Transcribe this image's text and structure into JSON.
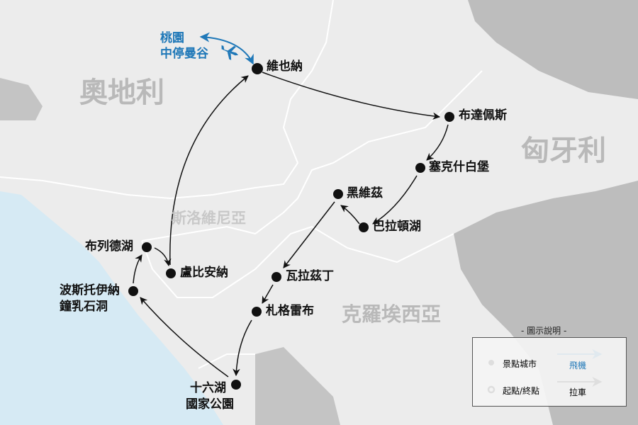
{
  "countries": {
    "austria": "奧地利",
    "hungary": "匈牙利",
    "slovenia": "斯洛維尼亞",
    "croatia": "克羅埃西亞"
  },
  "flight": {
    "line1": "桃園",
    "line2": "中停曼谷",
    "icon": "airplane-icon"
  },
  "cities": {
    "vienna": "維也納",
    "budapest": "布達佩斯",
    "szekesfehervar": "塞克什白堡",
    "heviz": "黑維茲",
    "balaton": "巴拉頓湖",
    "varazdin": "瓦拉茲丁",
    "zagreb": "札格雷布",
    "plitvice_1": "十六湖",
    "plitvice_2": "國家公園",
    "postojna_1": "波斯托伊納",
    "postojna_2": "鐘乳石洞",
    "bled": "布列德湖",
    "ljubljana": "盧比安納"
  },
  "legend": {
    "title": "- 圖示說明 -",
    "city": "景點城市",
    "start_end": "起點/終點",
    "flight": "飛機",
    "bus": "拉車"
  },
  "colors": {
    "flight": "#1f78b8",
    "route": "#111111",
    "land": "#ececec",
    "neighbor": "#bdbdbd",
    "sea": "#d6eaf4"
  }
}
